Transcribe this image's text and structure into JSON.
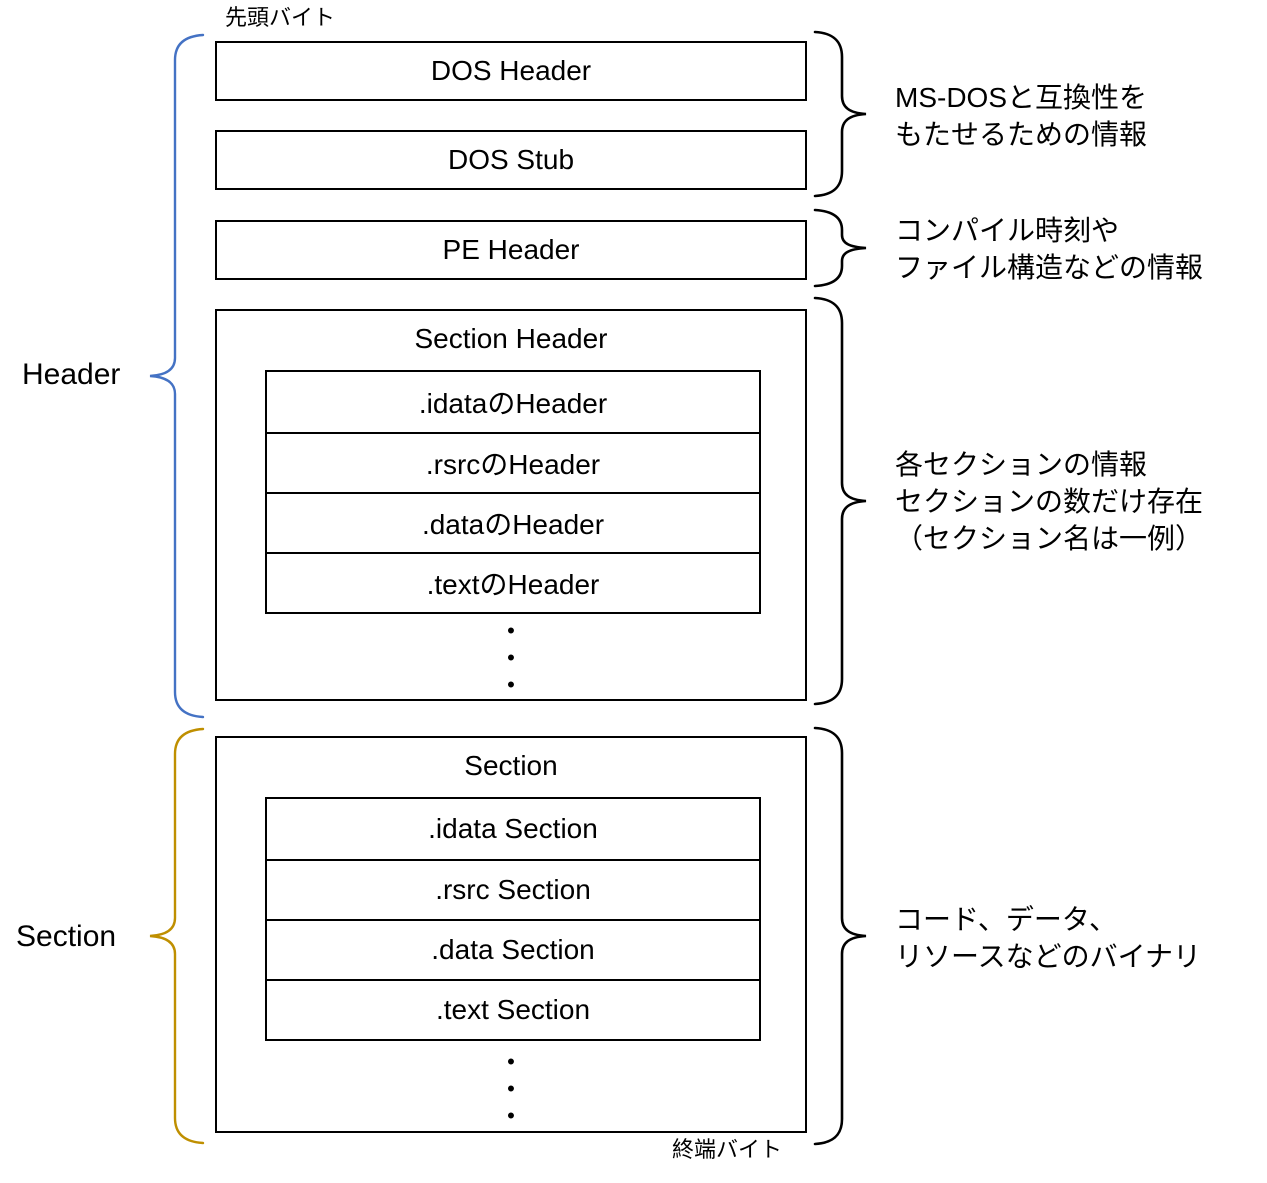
{
  "diagram": {
    "top_label": "先頭バイト",
    "bottom_label": "終端バイト",
    "left_groups": {
      "header": "Header",
      "section": "Section"
    },
    "boxes": {
      "dos_header": "DOS Header",
      "dos_stub": "DOS Stub",
      "pe_header": "PE Header",
      "section_header": {
        "title": "Section Header",
        "rows": [
          ".idataのHeader",
          ".rsrcのHeader",
          ".dataのHeader",
          ".textのHeader"
        ],
        "ellipsis_dot": "•"
      },
      "section": {
        "title": "Section",
        "rows": [
          ".idata Section",
          ".rsrc Section",
          ".data Section",
          ".text Section"
        ],
        "ellipsis_dot": "•"
      }
    },
    "annotations": {
      "dos": {
        "line1": "MS-DOSと互換性を",
        "line2": "もたせるための情報"
      },
      "pe": {
        "line1": "コンパイル時刻や",
        "line2": "ファイル構造などの情報"
      },
      "section_header": {
        "line1": "各セクションの情報",
        "line2": "セクションの数だけ存在",
        "line3": "（セクション名は一例）"
      },
      "section": {
        "line1": "コード、データ、",
        "line2": "リソースなどのバイナリ"
      }
    },
    "colors": {
      "header_brace": "#4472C4",
      "section_brace": "#BF8F00",
      "callout_brace": "#000000"
    }
  }
}
